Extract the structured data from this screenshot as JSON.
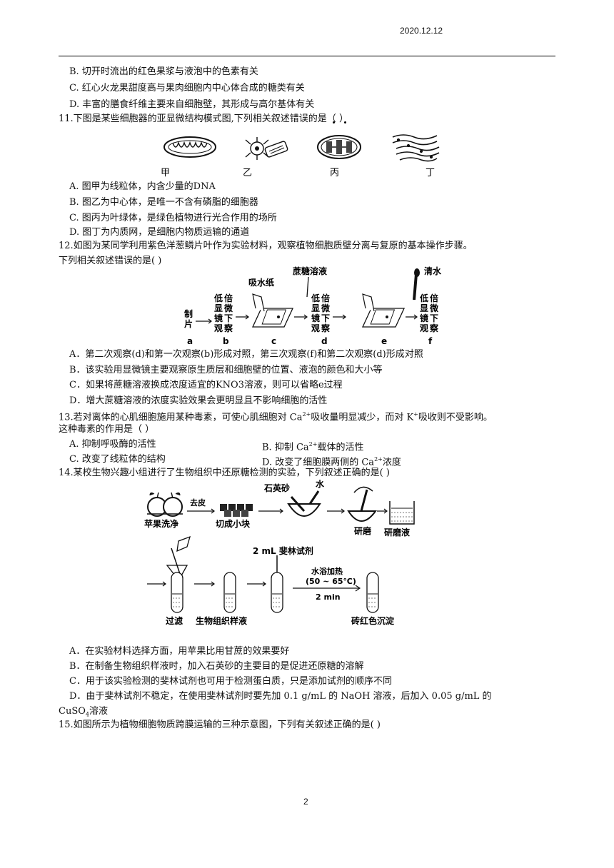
{
  "header": {
    "date": "2020.12.12"
  },
  "q10_tail": {
    "B": "B. 切开时流出的红色果浆与液泡中的色素有关",
    "C": "C. 红心火龙果甜度高与果肉细胞内中心体合成的糖类有关",
    "D": "D. 丰富的膳食纤维主要来自细胞壁，其形成与高尔基体有关"
  },
  "q11": {
    "stem": "11.下图是某些细胞器的亚显微结构模式图,下列相关叙述错误的是（        ）",
    "figure_labels": [
      "甲",
      "乙",
      "丙",
      "丁"
    ],
    "options": [
      "A. 图甲为线粒体，内含少量的DNA",
      "B. 图乙为中心体，是唯一不含有磷脂的细胞器",
      "C. 图丙为叶绿体，是绿色植物进行光合作用的场所",
      "D. 图丁为内质网，是细胞内物质运输的通道"
    ]
  },
  "q12": {
    "stem1": "12.如图为某同学利用紫色洋葱鳞片叶作为实验材料，观察植物细胞质壁分离与复原的基本操作步骤。",
    "stem2": "下列相关叙述错误的是(         )",
    "figure": {
      "sucrose": "蔗糖溶液",
      "water": "清水",
      "paper": "吸水纸",
      "make_slide": [
        "制",
        "片"
      ],
      "low_power": [
        "低",
        "显",
        "镜",
        "观"
      ],
      "high_power": [
        "倍",
        "微",
        "下",
        "察"
      ],
      "letters": [
        "a",
        "b",
        "c",
        "d",
        "e",
        "f"
      ]
    },
    "options": [
      "A．第二次观察(d)和第一次观察(b)形成对照，第三次观察(f)和第二次观察(d)形成对照",
      "B．该实验用显微镜主要观察原生质层和细胞壁的位置、液泡的颜色和大小等",
      "C．如果将蔗糖溶液换成浓度适宜的KNO3溶液，则可以省略e过程",
      "D．增大蔗糖溶液的浓度实验效果会更明显且不影响细胞的活性"
    ]
  },
  "q13": {
    "stem1_a": "13.若对离体的心肌细胞施用某种毒素，可使心肌细胞对 Ca",
    "stem1_b": "吸收量明显减少，而对 K",
    "stem1_c": "吸收则不受影响。",
    "stem2": "这种毒素的作用是（          ）",
    "sup_ca": "2+",
    "sup_k": "+",
    "A": "A. 抑制呼吸酶的活性",
    "B_a": "B. 抑制 Ca",
    "B_b": "载体的活性",
    "C": "C. 改变了线粒体的结构",
    "D_a": "D. 改变了细胞膜两侧的 Ca",
    "D_b": "浓度"
  },
  "q14": {
    "stem": "14.某校生物兴趣小组进行了生物组织中还原糖检测的实验，下列叙述正确的是(         )",
    "figure": {
      "apple_wash": "苹果洗净",
      "peel": "去皮",
      "cut": "切成小块",
      "quartz": "石英砂",
      "water": "水",
      "grind": "研磨",
      "grind_liquid": "研磨液",
      "fehling": "2 mL 斐林试剂",
      "water_bath": "水浴加热",
      "temp": "(50 ~ 65℃)",
      "time": "2 min",
      "filter": "过滤",
      "sample": "生物组织样液",
      "precipitate": "砖红色沉淀"
    },
    "options": {
      "A": "A．在实验材料选择方面，用苹果比用甘蔗的效果要好",
      "B": "B．在制备生物组织样液时，加入石英砂的主要目的是促进还原糖的溶解",
      "C": "C．用于该实验检测的斐林试剂也可用于检测蛋白质，只是添加试剂的顺序不同",
      "D1": "D．由于斐林试剂不稳定，在使用斐林试剂时要先加 0.1 g/mL 的 NaOH 溶液，后加入 0.05 g/mL 的",
      "D2a": "CuSO",
      "D2sub": "4",
      "D2b": "溶液"
    }
  },
  "q15": {
    "stem": "15.如图所示为植物细胞物质跨膜运输的三种示意图，下列有关叙述正确的是(           )"
  },
  "page_number": "2"
}
